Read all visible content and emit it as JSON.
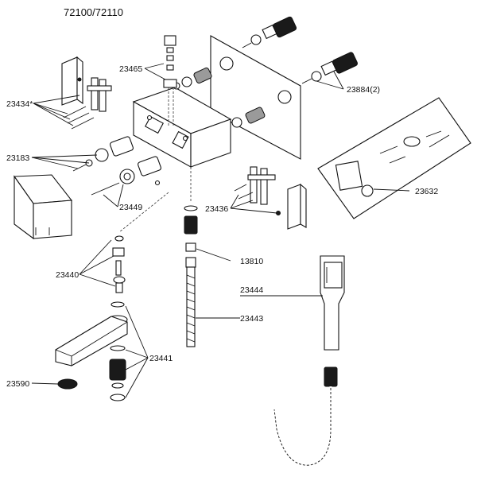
{
  "model_numbers": "72100/72110",
  "labels": {
    "p23465": "23465",
    "p23434": "23434*",
    "p23884": "23884(2)",
    "p23183": "23183",
    "p23449": "23449",
    "p23436": "23436",
    "p23632": "23632",
    "p13810": "13810",
    "p23440": "23440",
    "p23444": "23444",
    "p23443": "23443",
    "p23441": "23441",
    "p23590": "23590"
  }
}
